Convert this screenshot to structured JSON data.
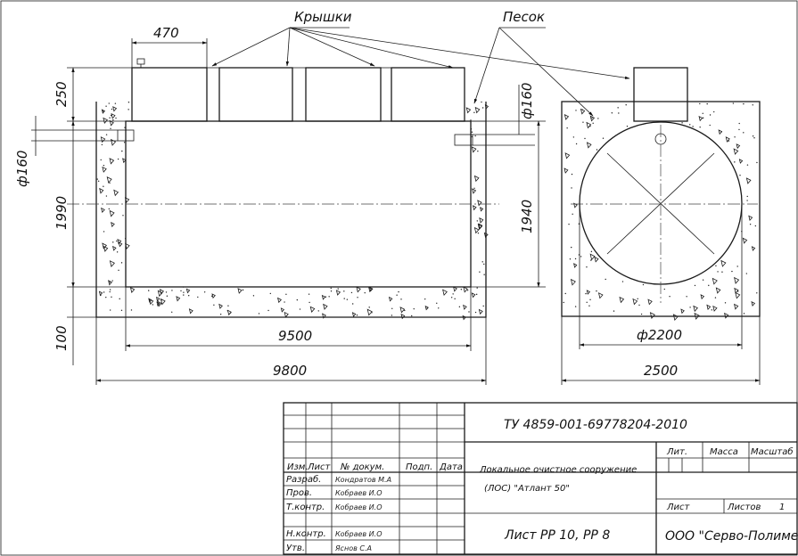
{
  "labels": {
    "covers": "Крышки",
    "sand": "Песок"
  },
  "dimensions": {
    "cover_width": "470",
    "neck_height": "250",
    "pipe_left": "ф160",
    "pipe_right": "ф160",
    "height_total": "1990",
    "height_body": "1940",
    "base": "100",
    "body_length": "9500",
    "pit_length": "9800",
    "diameter": "ф2200",
    "pit_width": "2500"
  },
  "title_block": {
    "spec": "ТУ 4859-001-69778204-2010",
    "product_line1": "Локальное очистное сооружение",
    "product_line2": "(ЛОС) \"Атлант 50\"",
    "sheet_title": "Лист РР 10, РР 8",
    "company": "ООО \"Серво-Полимер\"",
    "col_izm": "Изм.",
    "col_list": "Лист",
    "col_doc": "№ докум.",
    "col_sign": "Подп.",
    "col_date": "Дата",
    "lit": "Лит.",
    "mass": "Масса",
    "scale": "Масштаб",
    "list_label": "Лист",
    "lists_label": "Листов",
    "lists_count": "1",
    "roles": [
      {
        "role": "Разраб.",
        "name": "Кондратов М.А"
      },
      {
        "role": "Пров.",
        "name": "Кобраев И.О"
      },
      {
        "role": "Т.контр.",
        "name": "Кобраев И.О"
      },
      {
        "role": "",
        "name": ""
      },
      {
        "role": "Н.контр.",
        "name": "Кобраев И.О"
      },
      {
        "role": "Утв.",
        "name": "Яснов С.А"
      }
    ]
  }
}
